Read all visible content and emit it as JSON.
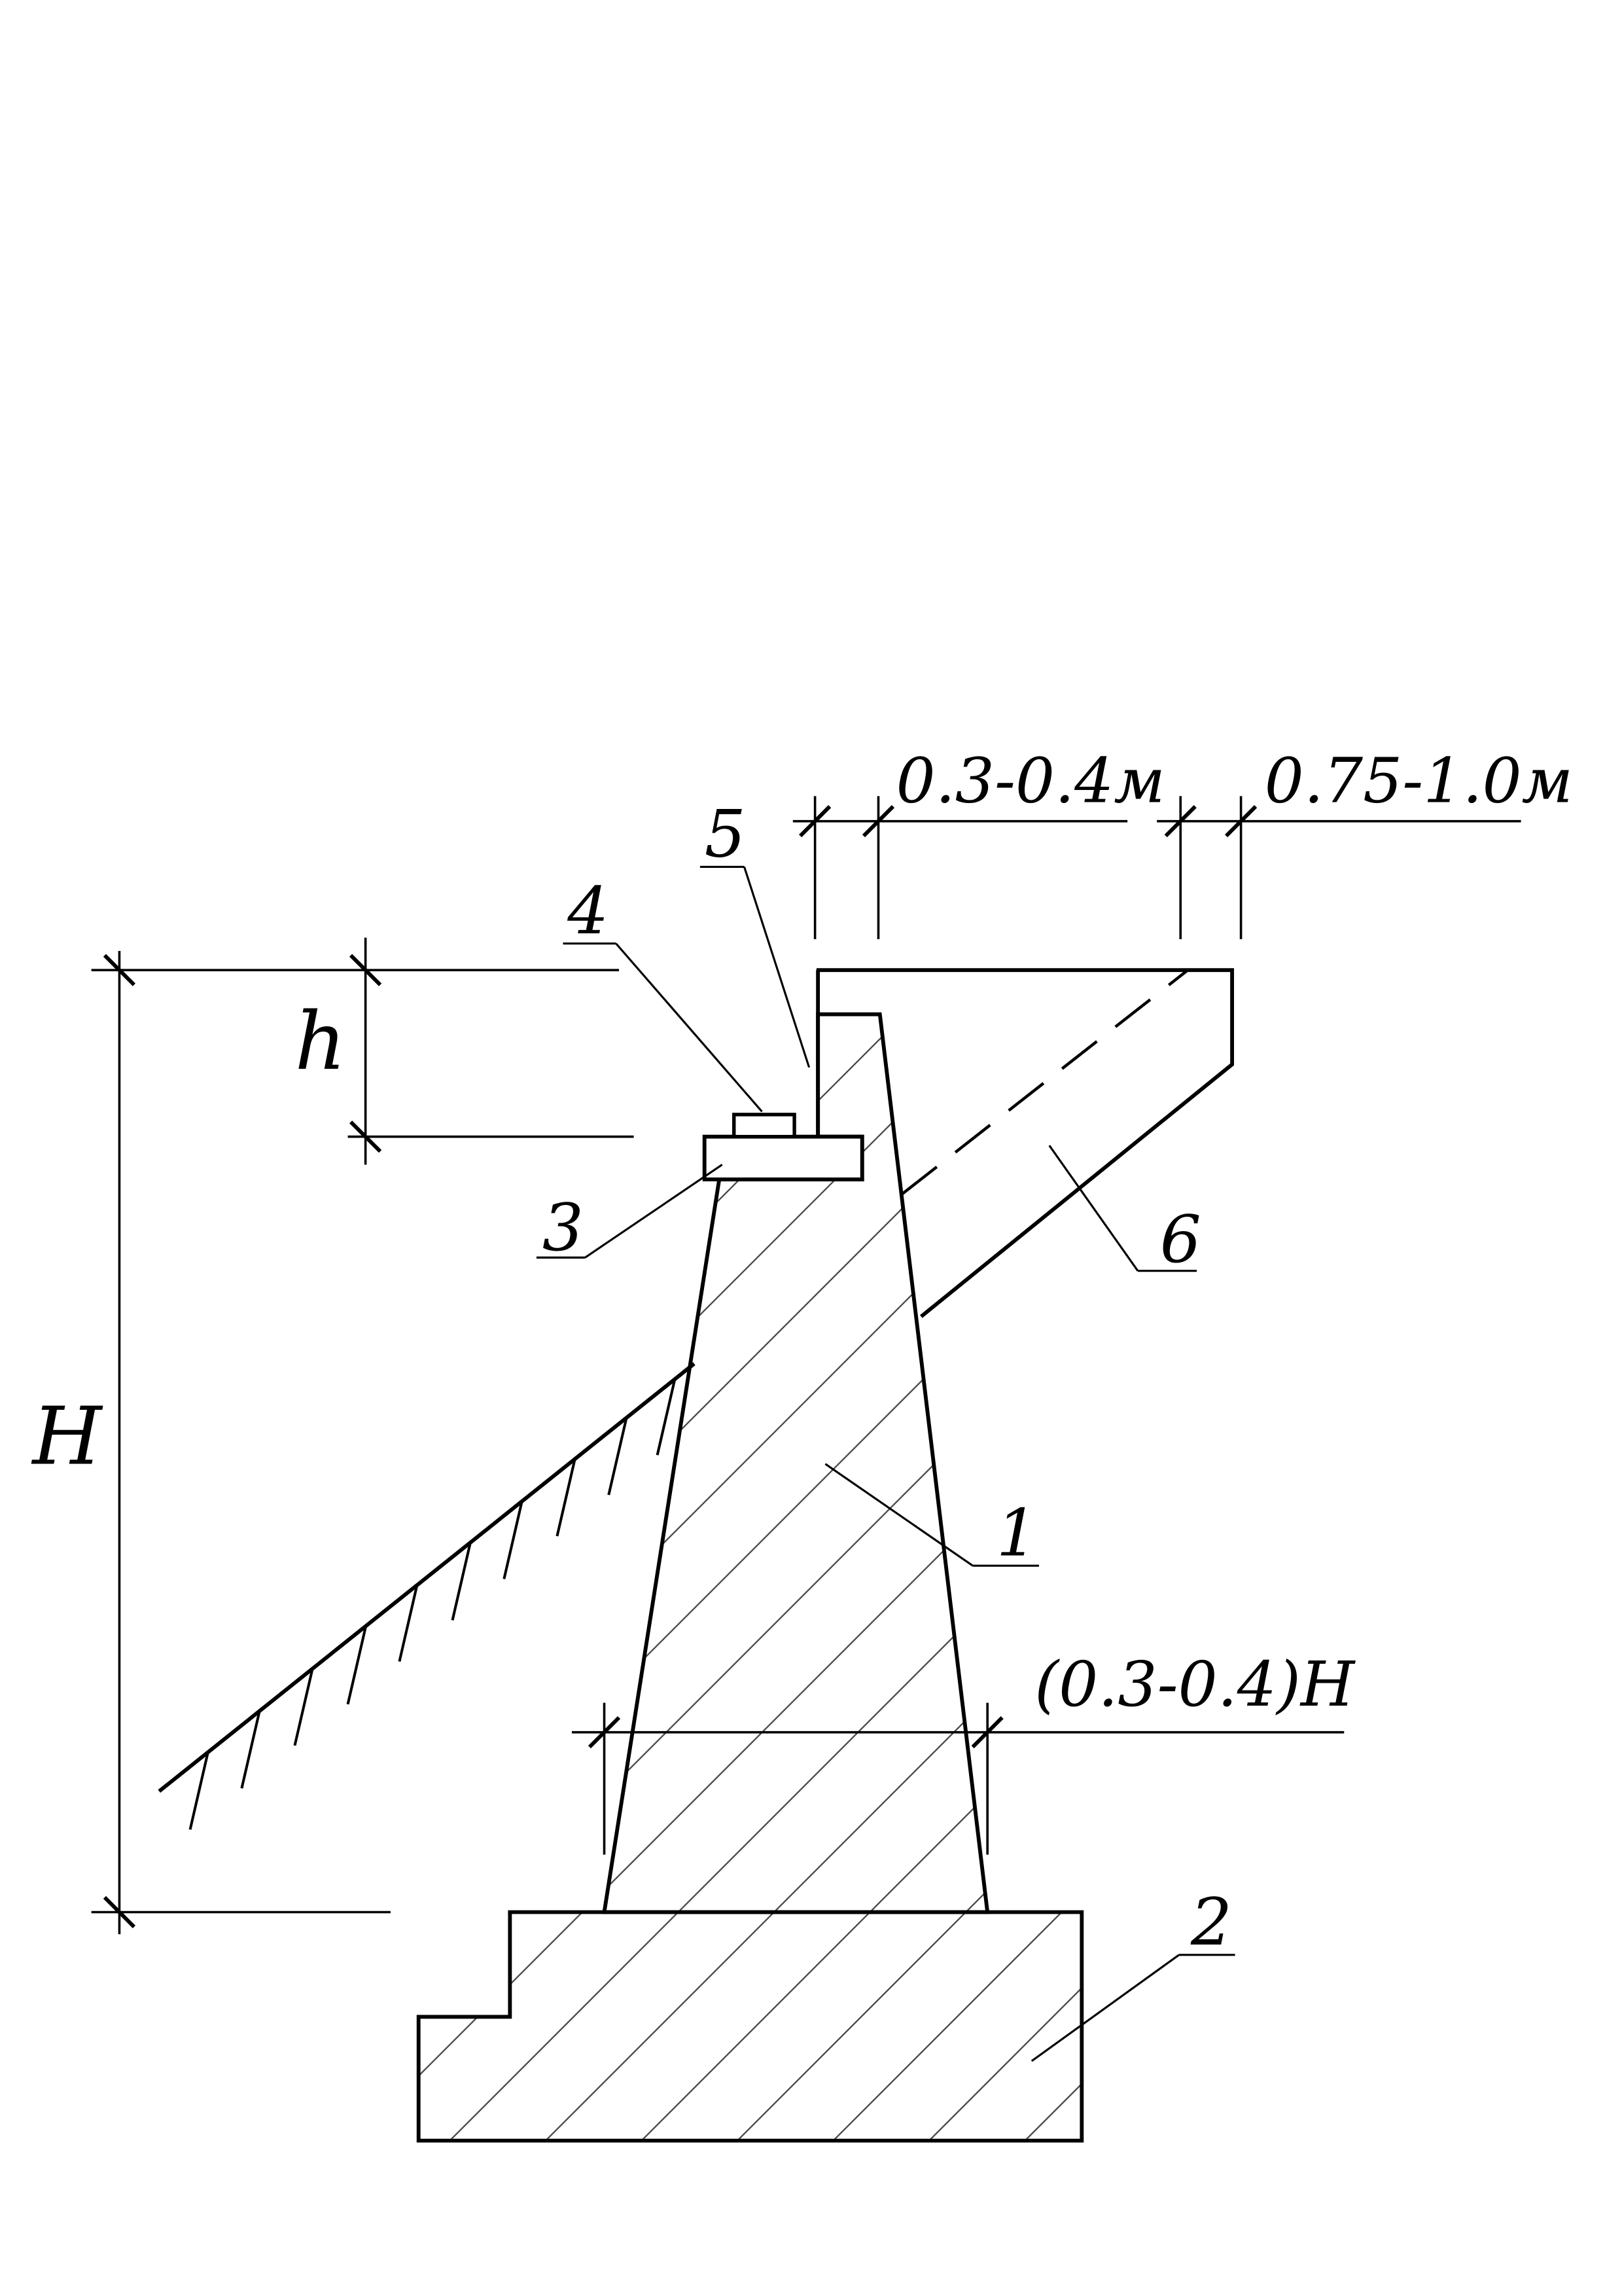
{
  "labels": {
    "num_1": "1",
    "num_2": "2",
    "num_3": "3",
    "num_4": "4",
    "num_5": "5",
    "num_6": "6",
    "height_H": "H",
    "height_h": "h",
    "dim_wall_gap": "0.3-0.4м",
    "dim_slab": "0.75-1.0м",
    "dim_base_width": "(0.3-0.4)H"
  }
}
